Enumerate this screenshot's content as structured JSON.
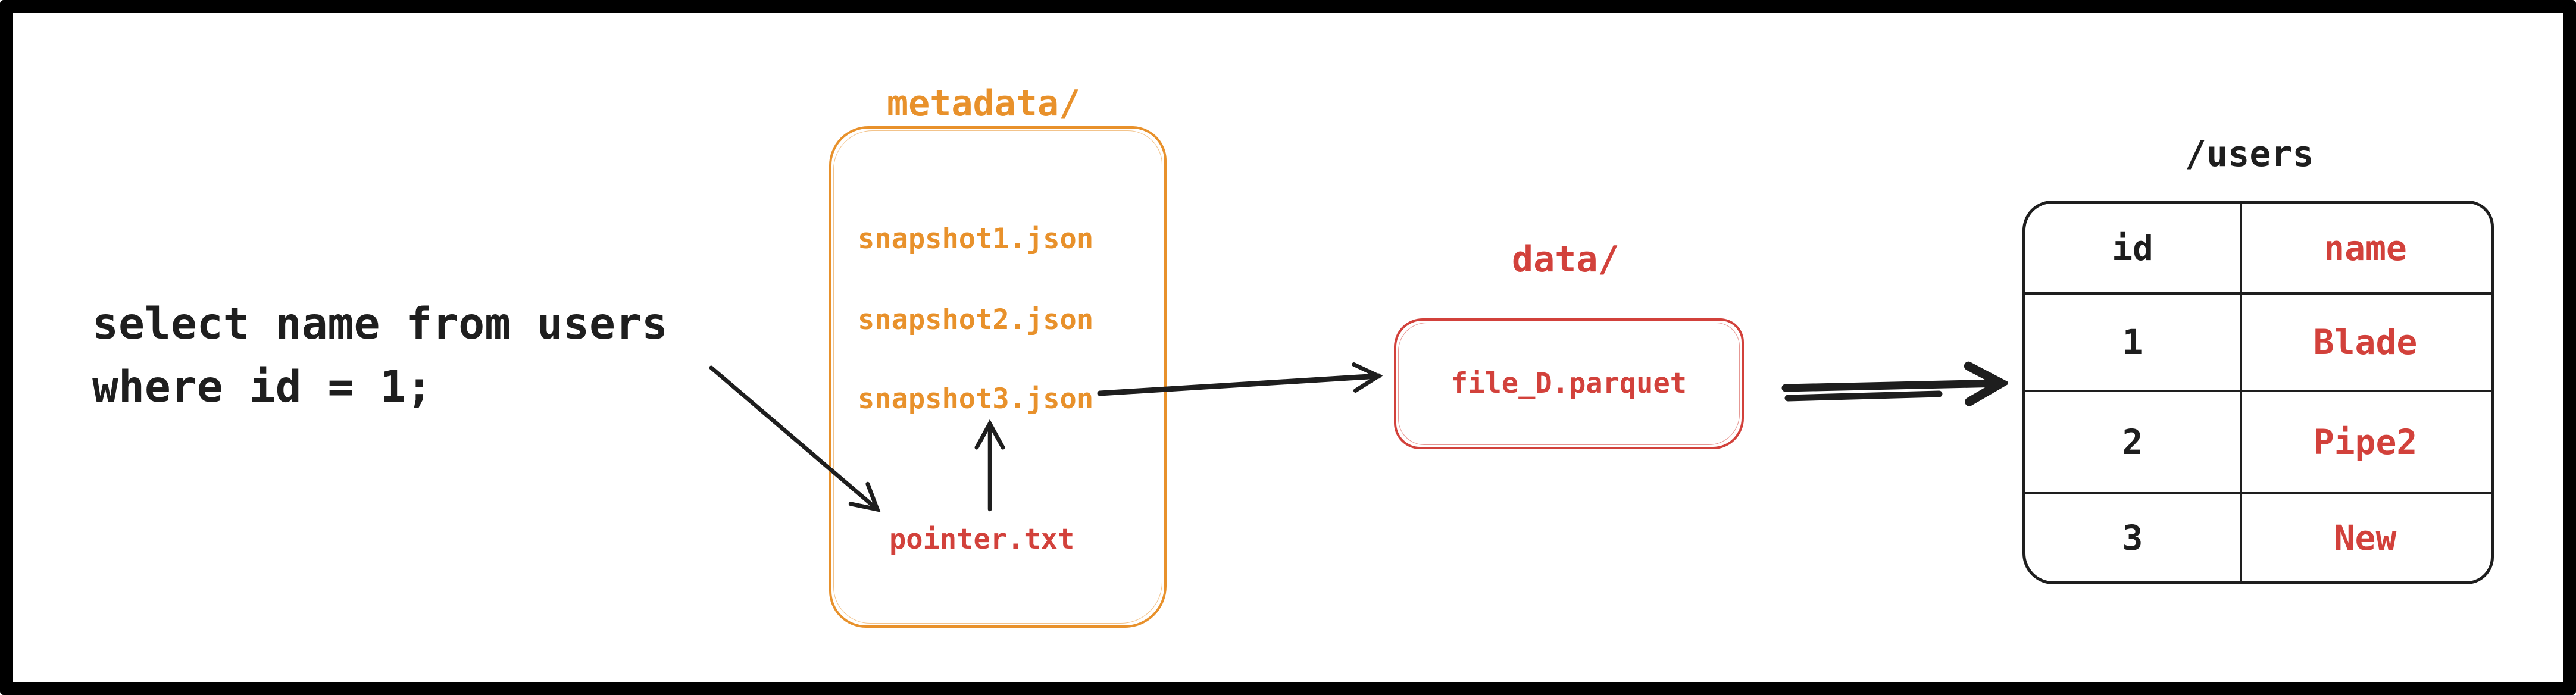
{
  "colors": {
    "ink": "#1e1e1e",
    "orange": "#e8912b",
    "red": "#d2413b",
    "paper": "#ffffff",
    "frame": "#000000"
  },
  "sql_query": {
    "line1": "select name from users",
    "line2": "where id = 1;"
  },
  "metadata_folder": {
    "label": "metadata/",
    "files": [
      "snapshot1.json",
      "snapshot2.json",
      "snapshot3.json"
    ],
    "pointer_file": "pointer.txt"
  },
  "data_folder": {
    "label": "data/",
    "file": "file_D.parquet"
  },
  "users_table": {
    "label": "/users",
    "columns": {
      "id": "id",
      "name": "name"
    },
    "rows": [
      {
        "id": "1",
        "name": "Blade"
      },
      {
        "id": "2",
        "name": "Pipe2"
      },
      {
        "id": "3",
        "name": "New"
      }
    ]
  },
  "arrows": [
    {
      "name": "query-to-pointer",
      "from": "sql-query",
      "to": "pointer.txt"
    },
    {
      "name": "pointer-to-snapshot3",
      "from": "pointer.txt",
      "to": "snapshot3.json"
    },
    {
      "name": "snapshot3-to-datafile",
      "from": "snapshot3.json",
      "to": "file_D.parquet"
    },
    {
      "name": "datafile-to-table",
      "from": "file_D.parquet",
      "to": "/users"
    }
  ]
}
